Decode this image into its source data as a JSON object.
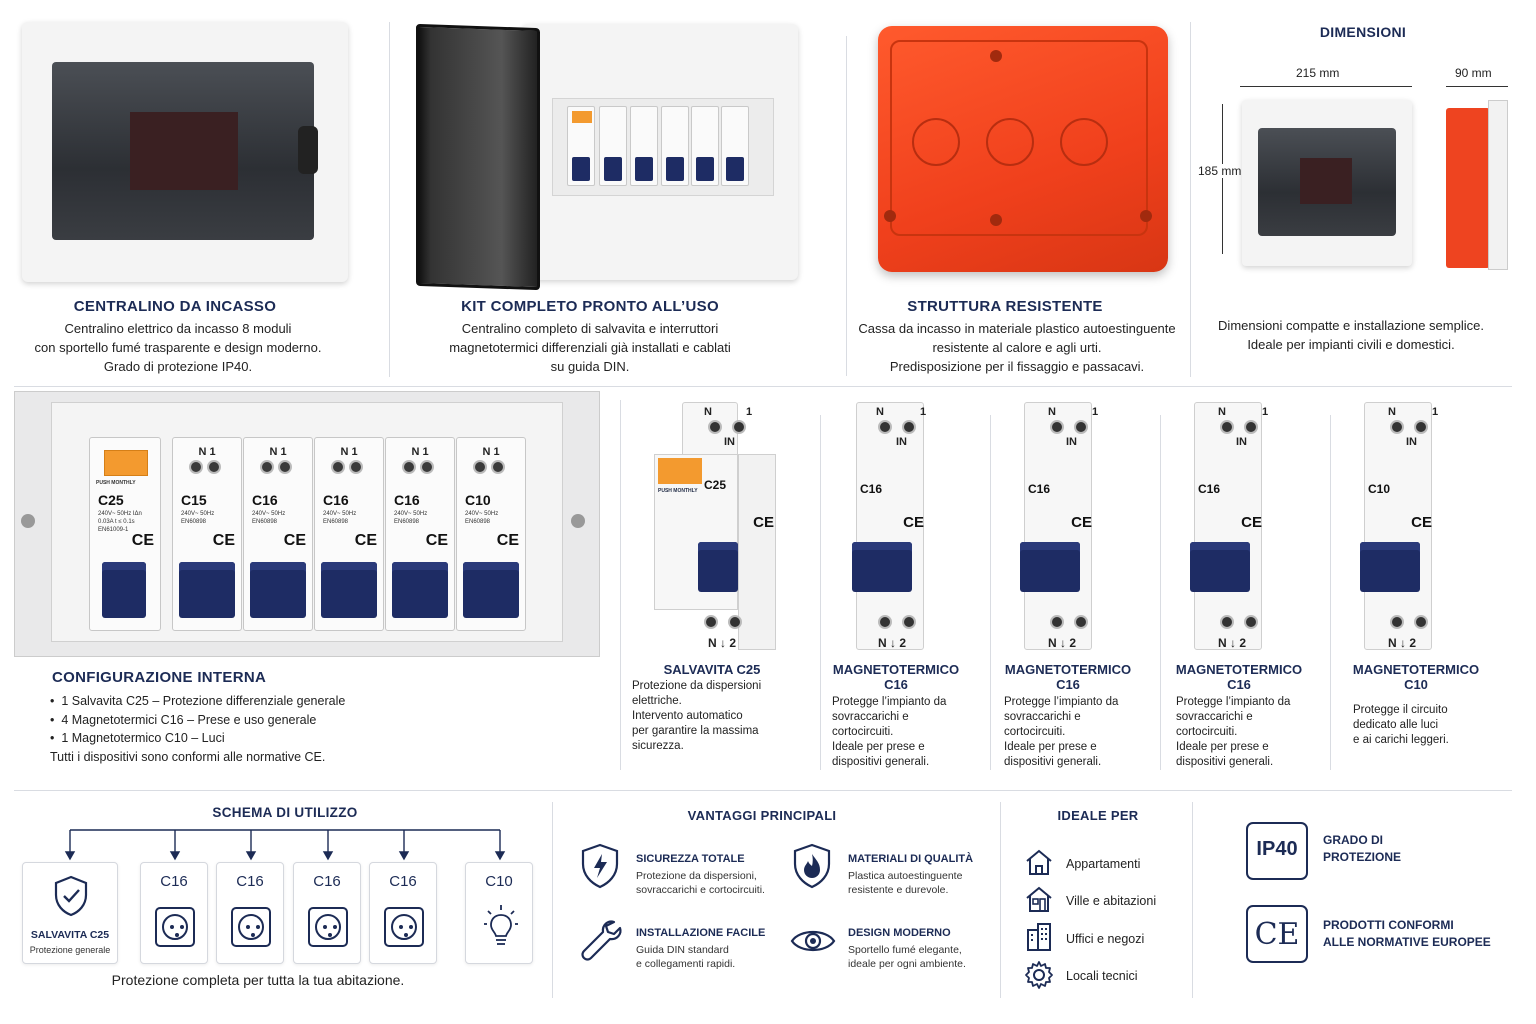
{
  "row1": {
    "flush": {
      "title": "CENTRALINO DA INCASSO",
      "desc": [
        "Centralino elettrico da incasso 8 moduli",
        "con sportello fumé trasparente e design moderno.",
        "Grado di protezione IP40."
      ]
    },
    "kit": {
      "title": "KIT COMPLETO PRONTO ALL’USO",
      "desc": [
        "Centralino completo di salvavita e interruttori",
        "magnetotermici differenziali già installati e cablati",
        "su guida DIN."
      ]
    },
    "structure": {
      "title": "STRUTTURA RESISTENTE",
      "desc": [
        "Cassa da incasso in materiale plastico autoestinguente",
        "resistente al calore e agli urti.",
        "Predisposizione per il fissaggio e passacavi."
      ]
    },
    "dimensions": {
      "title": "DIMENSIONI",
      "width": "215 mm",
      "depth": "90 mm",
      "height": "185 mm",
      "desc": [
        "Dimensioni compatte e installazione semplice.",
        "Ideale per impianti civili e domestici."
      ]
    }
  },
  "config": {
    "title": "CONFIGURAZIONE INTERNA",
    "bullets": [
      "1 Salvavita C25 – Protezione differenziale generale",
      "4 Magnetotermici C16 – Prese e uso generale",
      "1 Magnetotermico C10 – Luci"
    ],
    "note": "Tutti i dispositivi sono conformi alle normative CE.",
    "breakers": [
      {
        "rating": "C25",
        "spec": "240V~ 50Hz IΔn 0.03A t ≤ 0.1s EN61009-1",
        "push": "PUSH MONTHLY"
      },
      {
        "rating": "C15",
        "spec": "240V~ 50Hz EN60898",
        "terms": "N    1"
      },
      {
        "rating": "C16",
        "spec": "240V~ 50Hz EN60898",
        "terms": "N    1"
      },
      {
        "rating": "C16",
        "spec": "240V~ 50Hz EN60898",
        "terms": "N    1"
      },
      {
        "rating": "C16",
        "spec": "240V~ 50Hz EN60898",
        "terms": "N    1"
      },
      {
        "rating": "C10",
        "spec": "240V~ 50Hz EN60898",
        "terms": "N    1"
      }
    ]
  },
  "devices": [
    {
      "rating": "C25",
      "title": "SALVAVITA C25",
      "desc": [
        "Protezione da dispersioni",
        "elettriche.",
        "Intervento automatico",
        "per garantire la massima",
        "sicurezza."
      ],
      "push": "PUSH MONTHLY"
    },
    {
      "rating": "C16",
      "title": "MAGNETOTERMICO C16",
      "desc": [
        "Protegge l’impianto da",
        "sovraccarichi e",
        "cortocircuiti.",
        "Ideale per prese e",
        "dispositivi generali."
      ]
    },
    {
      "rating": "C16",
      "title": "MAGNETOTERMICO C16",
      "desc": [
        "Protegge l’impianto da",
        "sovraccarichi e",
        "cortocircuiti.",
        "Ideale per prese e",
        "dispositivi generali."
      ]
    },
    {
      "rating": "C16",
      "title": "MAGNETOTERMICO C16",
      "desc": [
        "Protegge l’impianto da",
        "sovraccarichi e",
        "cortocircuiti.",
        "Ideale per prese e",
        "dispositivi generali."
      ]
    },
    {
      "rating": "C10",
      "title": "MAGNETOTERMICO C10",
      "desc": [
        "Protegge il circuito",
        "dedicato alle luci",
        "e ai carichi leggeri."
      ]
    }
  ],
  "device_terms": {
    "top_n": "N",
    "top_1": "1",
    "in": "IN",
    "bot_n": "N",
    "bot_2": "2"
  },
  "scheme": {
    "title": "SCHEMA DI UTILIZZO",
    "main": {
      "label": "SALVAVITA C25",
      "sub": "Protezione generale"
    },
    "circuits": [
      "C16",
      "C16",
      "C16",
      "C16",
      "C10"
    ],
    "footer": "Protezione completa per tutta la tua abitazione."
  },
  "advantages": {
    "title": "VANTAGGI PRINCIPALI",
    "items": [
      {
        "title": "SICUREZZA TOTALE",
        "desc": [
          "Protezione da dispersioni,",
          "sovraccarichi e cortocircuiti."
        ],
        "icon": "shield-bolt-icon"
      },
      {
        "title": "MATERIALI DI QUALITÀ",
        "desc": [
          "Plastica autoestinguente",
          "resistente e durevole."
        ],
        "icon": "shield-flame-icon"
      },
      {
        "title": "INSTALLAZIONE FACILE",
        "desc": [
          "Guida DIN standard",
          "e collegamenti rapidi."
        ],
        "icon": "wrench-icon"
      },
      {
        "title": "DESIGN MODERNO",
        "desc": [
          "Sportello fumé elegante,",
          "ideale per ogni ambiente."
        ],
        "icon": "eye-icon"
      }
    ]
  },
  "ideal": {
    "title": "IDEALE PER",
    "items": [
      "Appartamenti",
      "Ville e abitazioni",
      "Uffici e negozi",
      "Locali tecnici"
    ]
  },
  "certs": [
    {
      "badge": "IP40",
      "text": [
        "GRADO DI",
        "PROTEZIONE"
      ]
    },
    {
      "badge": "CE",
      "text": [
        "PRODOTTI CONFORMI",
        "ALLE NORMATIVE EUROPEE"
      ]
    }
  ],
  "colors": {
    "navy": "#1c2b55",
    "orange": "#f0401c",
    "lever": "#1e2c64",
    "test_button": "#f39a2f"
  }
}
